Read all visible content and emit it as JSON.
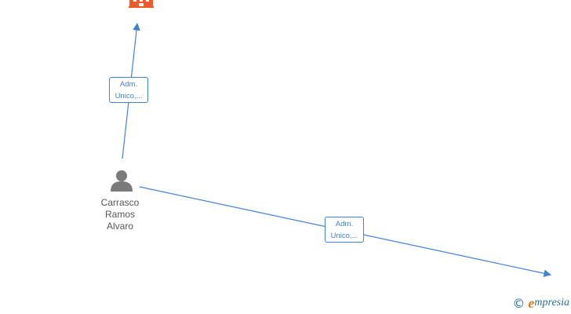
{
  "colors": {
    "edge": "#3f82d8",
    "company_node": "#f0592a",
    "person_node": "#7a7a7a",
    "watermark": "#2a6f9a"
  },
  "nodes": {
    "company_top": {
      "type": "company",
      "icon": "building-icon"
    },
    "person": {
      "type": "person",
      "icon": "person-icon",
      "name_lines": [
        "Carrasco",
        "Ramos",
        "Alvaro"
      ]
    },
    "company_offscreen": {
      "type": "company",
      "icon": "arrow-target"
    }
  },
  "edges": [
    {
      "from": "person",
      "to": "company_top",
      "label_lines": [
        "Adm.",
        "Unico,..."
      ]
    },
    {
      "from": "person",
      "to": "company_offscreen",
      "label_lines": [
        "Adm.",
        "Unico,..."
      ]
    }
  ],
  "watermark": {
    "symbol": "©",
    "brand_first": "e",
    "brand_rest": "mpresia"
  }
}
